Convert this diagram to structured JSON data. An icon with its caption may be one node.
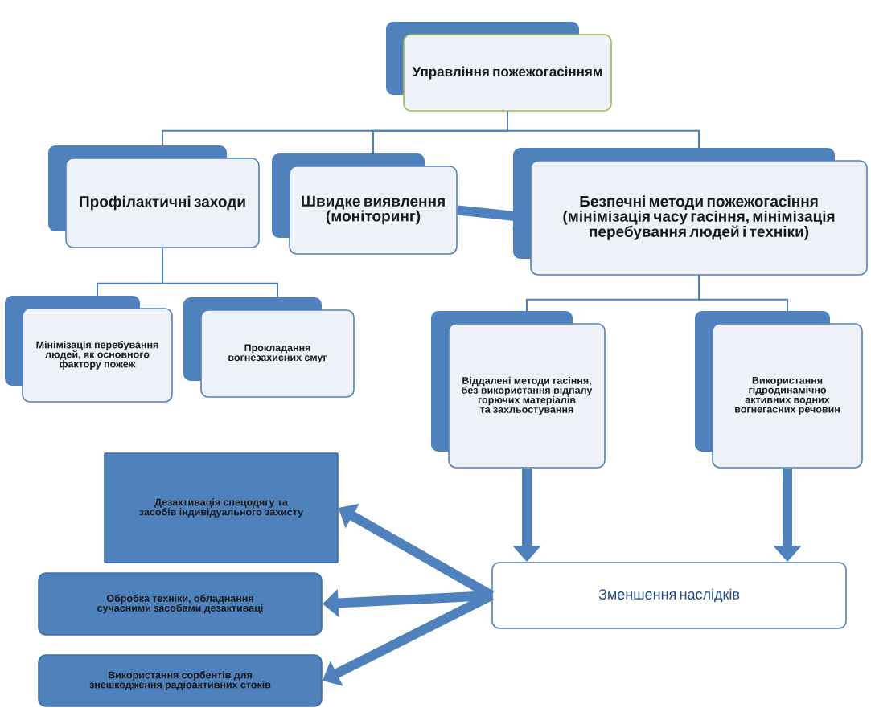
{
  "diagram": {
    "nodes": [
      {
        "text": [
          "Управління пожежогасінням"
        ]
      },
      {
        "text": [
          "Профілактичні заходи"
        ]
      },
      {
        "text": [
          "Швидке виявлення (моніторинг)"
        ]
      },
      {
        "text": [
          "Безпечні методи пожежогасіння (мінімізація часу гасіння, мінімізація перебування людей і техніки)"
        ]
      },
      {
        "text": [
          "Мінімізація перебування людей, як основного фактору пожеж"
        ]
      },
      {
        "text": [
          "Прокладання вогнезахисних смуг"
        ]
      },
      {
        "text": [
          "Віддалені методи гасіння, без використання відпалу горючих матеріалів та захльостування"
        ]
      },
      {
        "text": [
          "Використання гідродинамічно активних водних вогнегасних речовин"
        ]
      },
      {
        "text": [
          "Зменшення наслідків"
        ]
      },
      {
        "text": [
          "Дезактивація спецодягу та засобів індивідуального захисту"
        ]
      },
      {
        "text": [
          "Обробка техніки, обладнання сучасними засобами дезактиваці"
        ]
      },
      {
        "text": [
          "Використання сорбентів для знешкодження радіоактивних стоків"
        ]
      }
    ],
    "edges": [
      {
        "from": 0,
        "to": 1,
        "arrow": "none"
      },
      {
        "from": 0,
        "to": 2,
        "arrow": "none"
      },
      {
        "from": 0,
        "to": 3,
        "arrow": "none"
      },
      {
        "from": 2,
        "to": 3,
        "arrow": "to",
        "style": "thick"
      },
      {
        "from": 1,
        "to": 4,
        "arrow": "none"
      },
      {
        "from": 1,
        "to": 5,
        "arrow": "none"
      },
      {
        "from": 3,
        "to": 6,
        "arrow": "none"
      },
      {
        "from": 3,
        "to": 7,
        "arrow": "none"
      },
      {
        "from": 6,
        "to": 8,
        "arrow": "to",
        "style": "thick"
      },
      {
        "from": 7,
        "to": 8,
        "arrow": "to",
        "style": "thick"
      },
      {
        "from": 8,
        "to": 9,
        "arrow": "to",
        "style": "thick"
      },
      {
        "from": 8,
        "to": 10,
        "arrow": "to",
        "style": "thick"
      },
      {
        "from": 8,
        "to": 11,
        "arrow": "to",
        "style": "thick"
      }
    ]
  }
}
